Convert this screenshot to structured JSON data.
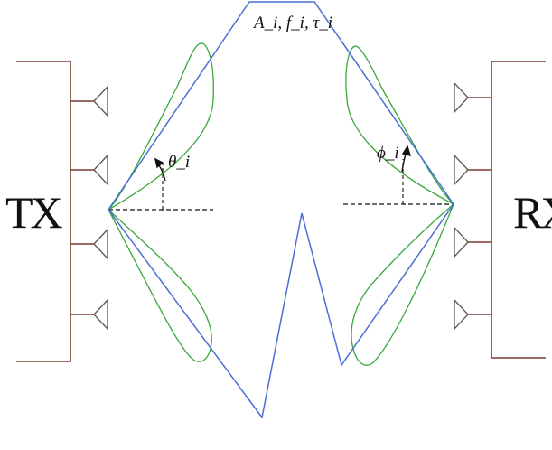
{
  "labels": {
    "transmitter": "TX",
    "receiver": "RX",
    "path_params": "A_i, f_i, τ_i",
    "angle_departure": "θ_i",
    "angle_arrival": "ϕ_i"
  },
  "colors": {
    "antenna_frame": "#7a3b2e",
    "antenna": "#555555",
    "ray_path": "#4a6fd4",
    "beam_lobe": "#3aa83a",
    "reference_line": "#111111"
  },
  "antennas": {
    "tx_count": 4,
    "rx_count": 4
  }
}
